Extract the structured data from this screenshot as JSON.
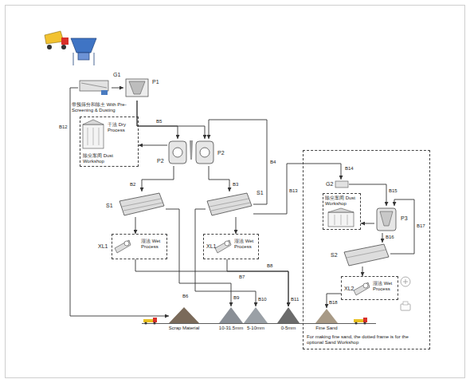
{
  "diagram": {
    "nodes": [
      {
        "text": [
          "G1"
        ]
      },
      {
        "text": [
          "P1"
        ]
      },
      {
        "text": [
          "干法 Dry Process",
          "除尘车间 Dust Workshop"
        ]
      },
      {
        "text": [
          "P2"
        ]
      },
      {
        "text": [
          "P2"
        ]
      },
      {
        "text": [
          "S1"
        ]
      },
      {
        "text": [
          "S1"
        ]
      },
      {
        "text": [
          "XL1",
          "湿法 Wet Process"
        ]
      },
      {
        "text": [
          "XL1",
          "湿法 Wet Process"
        ]
      },
      {
        "text": [
          "Scrap Material"
        ]
      },
      {
        "text": [
          "10-31.5mm"
        ]
      },
      {
        "text": [
          "5-10mm"
        ]
      },
      {
        "text": [
          "0-5mm"
        ]
      },
      {
        "text": [
          "For making fine sand, the dotted frame is for the optional Sand Workshop"
        ]
      },
      {
        "text": [
          "G2"
        ],
        "in": 13
      },
      {
        "text": [
          "除尘车间 Dust Workshop"
        ],
        "in": 13
      },
      {
        "text": [
          "P3"
        ],
        "in": 13
      },
      {
        "text": [
          "S2"
        ],
        "in": 13
      },
      {
        "text": [
          "XL2",
          "湿法 Wet Process"
        ],
        "in": 13
      },
      {
        "text": [
          "Fine Sand"
        ],
        "in": 13
      }
    ],
    "edges": [
      {
        "from": 0,
        "to": 1,
        "arrow": "to"
      },
      {
        "from": 0,
        "to": 9,
        "arrow": "to"
      },
      {
        "from": 1,
        "to": 3,
        "arrow": "to"
      },
      {
        "from": 1,
        "to": 4,
        "arrow": "to"
      },
      {
        "from": 3,
        "to": 2,
        "arrow": "to"
      },
      {
        "from": 3,
        "to": 5,
        "arrow": "to"
      },
      {
        "from": 4,
        "to": 6,
        "arrow": "to"
      },
      {
        "from": 5,
        "to": 7,
        "arrow": "to"
      },
      {
        "from": 6,
        "to": 8,
        "arrow": "to"
      },
      {
        "from": 5,
        "to": 10,
        "arrow": "to"
      },
      {
        "from": 6,
        "to": 11,
        "arrow": "to"
      },
      {
        "from": 7,
        "to": 12,
        "arrow": "to"
      },
      {
        "from": 8,
        "to": 12,
        "arrow": "to"
      },
      {
        "from": 6,
        "to": 4,
        "arrow": "to"
      },
      {
        "from": 6,
        "to": 14,
        "arrow": "to"
      },
      {
        "from": 14,
        "to": 16,
        "arrow": "to"
      },
      {
        "from": 16,
        "to": 15,
        "arrow": "to"
      },
      {
        "from": 16,
        "to": 17,
        "arrow": "to"
      },
      {
        "from": 17,
        "to": 16,
        "arrow": "to"
      },
      {
        "from": 17,
        "to": 18,
        "arrow": "to"
      },
      {
        "from": 18,
        "to": 19,
        "arrow": "to"
      }
    ],
    "labels": [
      "带预筛分和除土 With Pre-Screening & Dusting",
      "B12",
      "B5",
      "B2",
      "B3",
      "B4",
      "B13",
      "B7",
      "B8",
      "B6",
      "B9",
      "B10",
      "B11",
      "B14",
      "B17",
      "B15",
      "B16",
      "B18"
    ]
  }
}
